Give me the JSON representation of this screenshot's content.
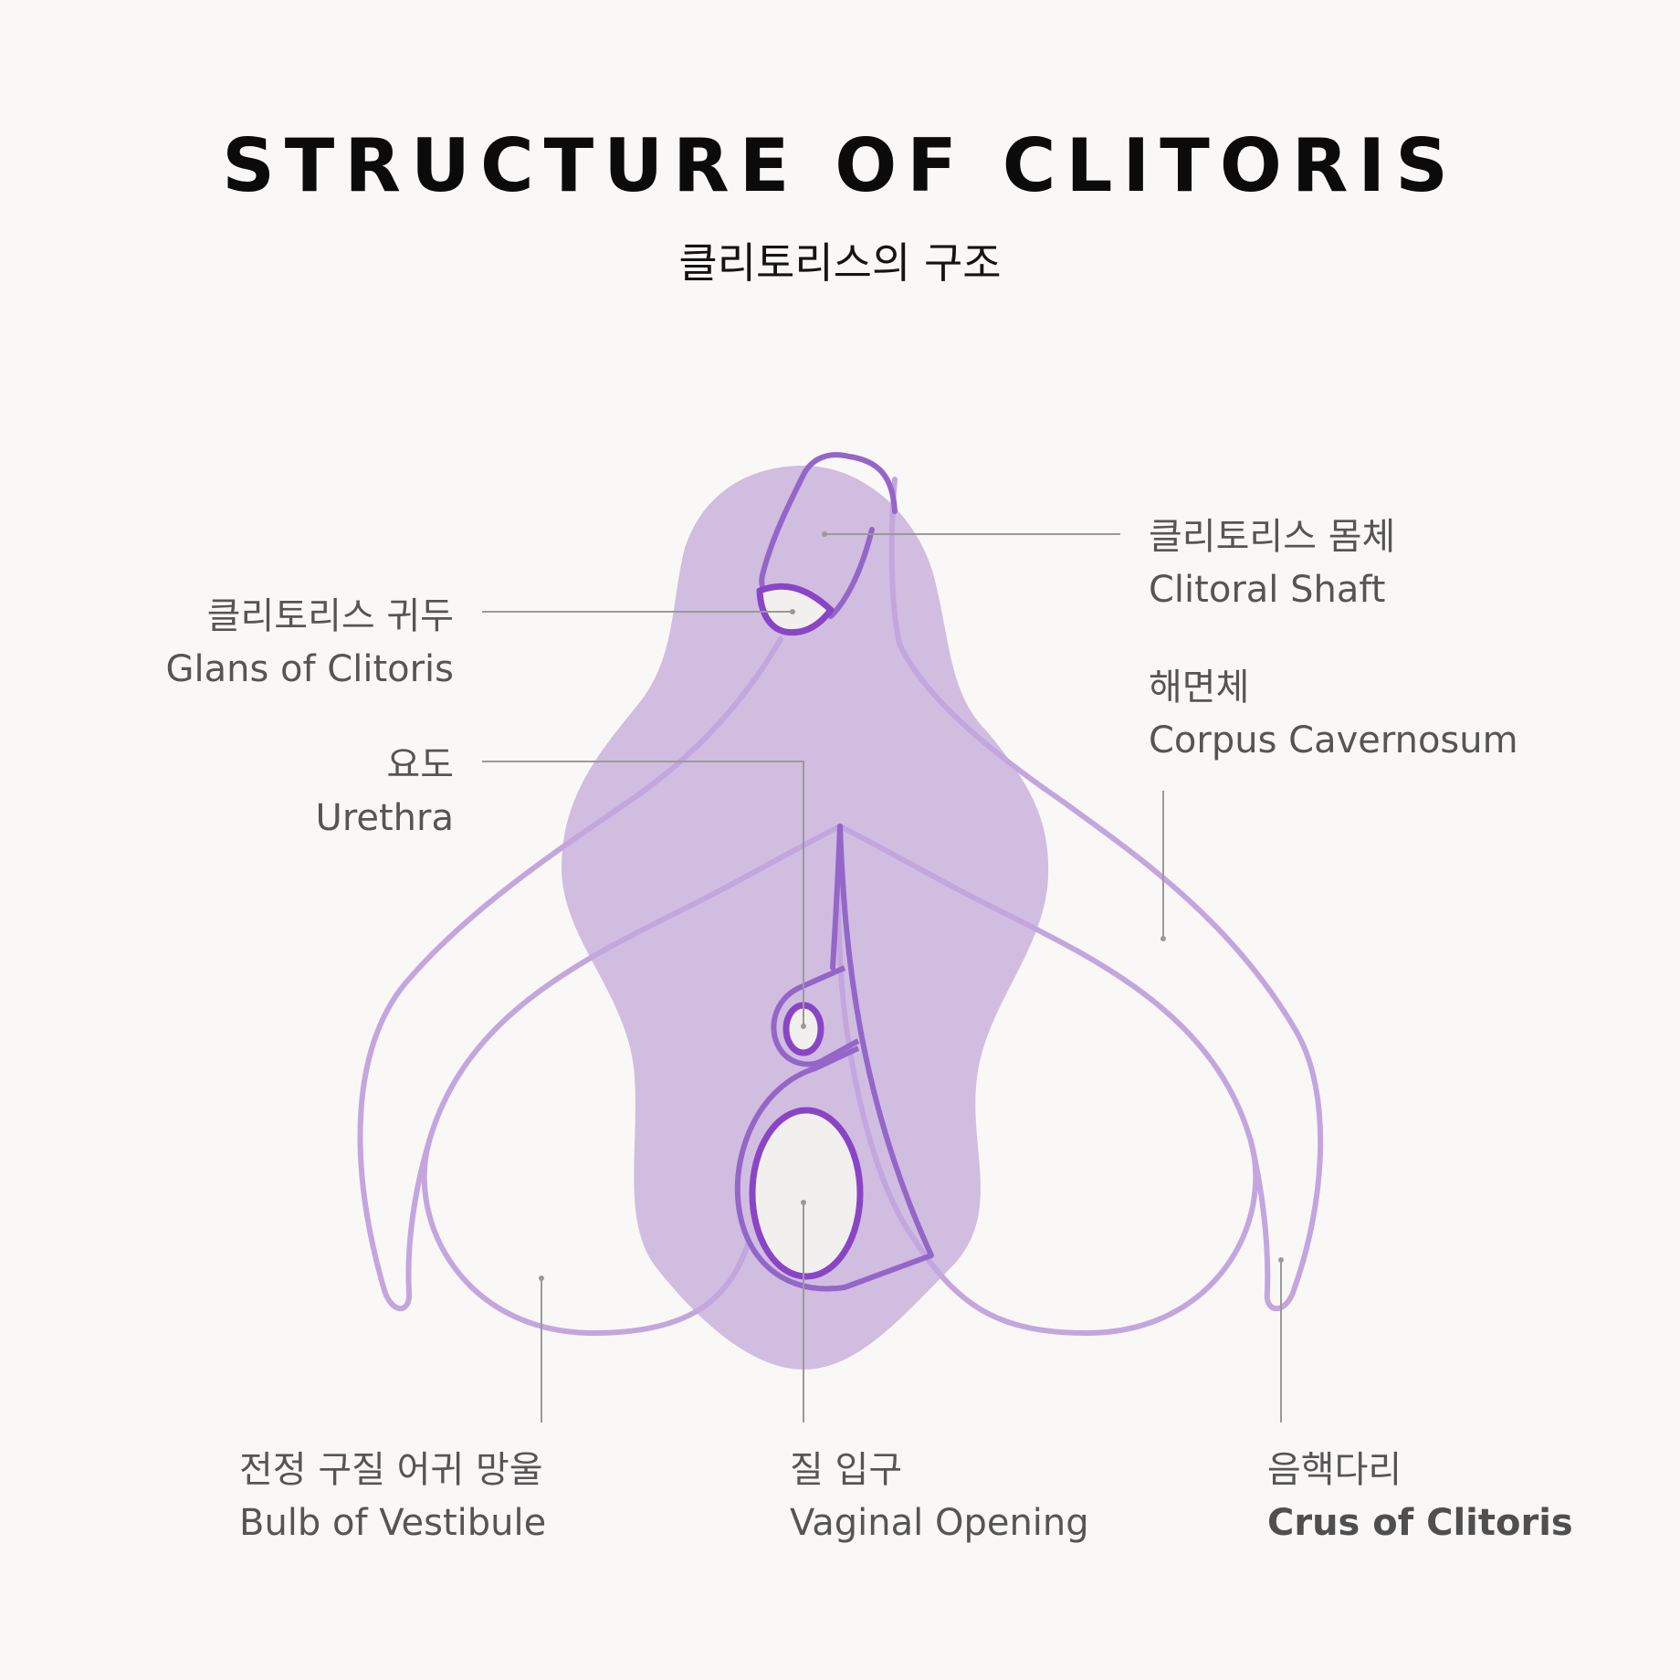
{
  "title": "STRUCTURE OF CLITORIS",
  "subtitle": "클리토리스의 구조",
  "colors": {
    "background": "#faf8f7",
    "fill": "#d1bde0",
    "outline_light": "#c3a6de",
    "outline_dark": "#9466c8",
    "outline_accent": "#8a45c6",
    "opening_fill": "#f2f0ee",
    "leader": "#9a9a9a",
    "label_text": "#555555"
  },
  "labels": {
    "glans": {
      "ko": "클리토리스 귀두",
      "en": "Glans of Clitoris"
    },
    "urethra": {
      "ko": "요도",
      "en": "Urethra"
    },
    "shaft": {
      "ko": "클리토리스 몸체",
      "en": "Clitoral Shaft"
    },
    "corpus": {
      "ko": "해면체",
      "en": "Corpus Cavernosum"
    },
    "bulb": {
      "ko": "전정 구질 어귀 망울",
      "en": "Bulb of Vestibule"
    },
    "vaginal": {
      "ko": "질 입구",
      "en": "Vaginal Opening"
    },
    "crus": {
      "ko": "음핵다리",
      "en": "Crus of Clitoris"
    }
  }
}
